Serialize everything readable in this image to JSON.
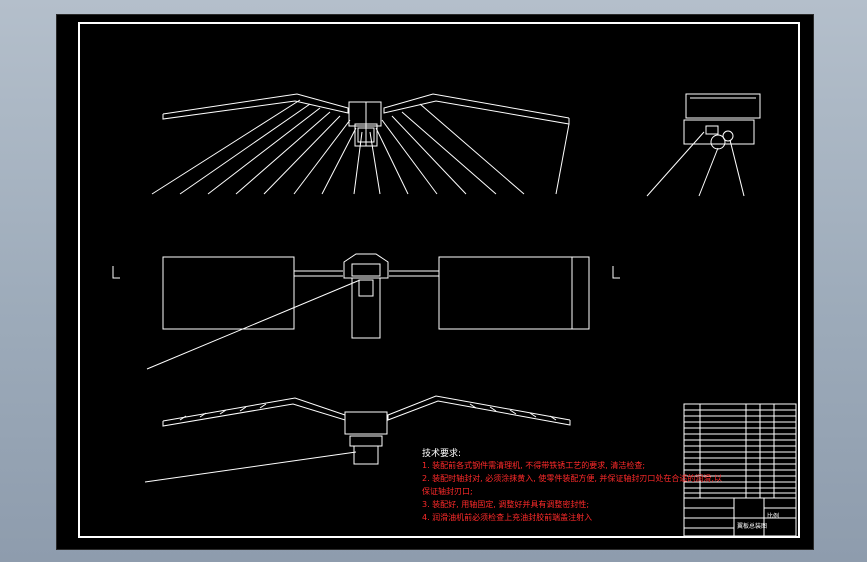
{
  "requirements": {
    "title": "技术要求:",
    "items": [
      "1. 装配前各式钢件需清理机, 不得带铁锈工艺的要求, 清洁检查;",
      "2. 装配时轴封对, 必须涂抹黄入, 使零件装配方便, 并保证轴封刃口处在合适的润滑,以",
      "保证轴封刃口;",
      "3. 装配好, 用轴固定, 调整好并具有调整密封性;",
      "4. 润滑油机前必须检查上充油封胶前端盖注射入"
    ]
  },
  "title_block": {
    "drawing_title": "翼板总装图",
    "sheet_label": "比例"
  },
  "colors": {
    "background": "#000000",
    "lines": "#ffffff",
    "requirements": "#ff2a2a",
    "frame_outer": "#9dabba"
  }
}
